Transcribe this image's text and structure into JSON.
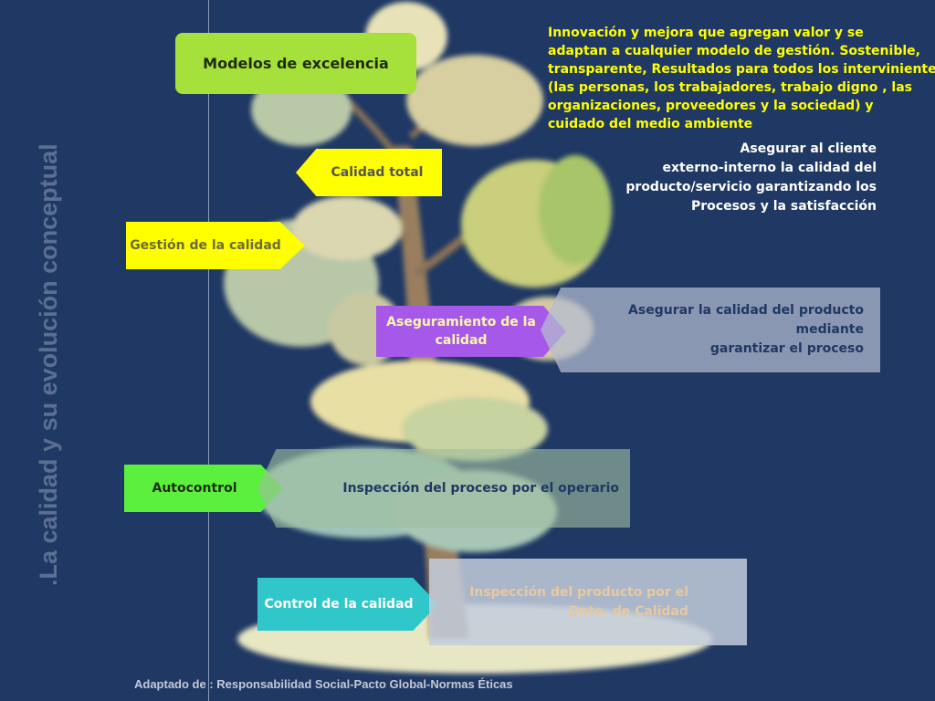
{
  "vertical_title": ".La calidad y su evolución conceptual",
  "boxes": {
    "modelos": "Modelos de excelencia",
    "calidad_total": "Calidad total",
    "gestion": "Gestión de la calidad",
    "aseguramiento": "Aseguramiento de la calidad",
    "autocontrol": "Autocontrol",
    "control": "Control de la calidad"
  },
  "descriptions": {
    "modelos_lines": [
      "Innovación y mejora  que agregan valor y se",
      "adaptan a cualquier modelo de gestión. Sostenible,",
      "transparente, Resultados para todos los intervinientes",
      "(las personas, los trabajadores, trabajo digno , las",
      "organizaciones, proveedores  y la sociedad) y",
      "cuidado del medio ambiente"
    ],
    "calidad_total_lines": [
      "Asegurar al cliente",
      "externo-interno la calidad del",
      "producto/servicio  garantizando los",
      "Procesos y la satisfacción"
    ],
    "aseguramiento_lines": [
      "Asegurar la calidad del producto",
      "mediante",
      "garantizar el proceso"
    ],
    "autocontrol": "Inspección del proceso por el operario",
    "control_lines": [
      "Inspección del producto por el",
      "Dpto. de Calidad"
    ]
  },
  "footer": "Adaptado de : Responsabilidad  Social-Pacto Global-Normas Éticas",
  "colors": {
    "background": "#1f3864",
    "modelos": "#a6e03a",
    "calidad_total": "#ffff00",
    "gestion": "#ffff00",
    "aseguramiento": "#a659e8",
    "autocontrol": "#5bf03d",
    "control": "#2fc7c9"
  }
}
